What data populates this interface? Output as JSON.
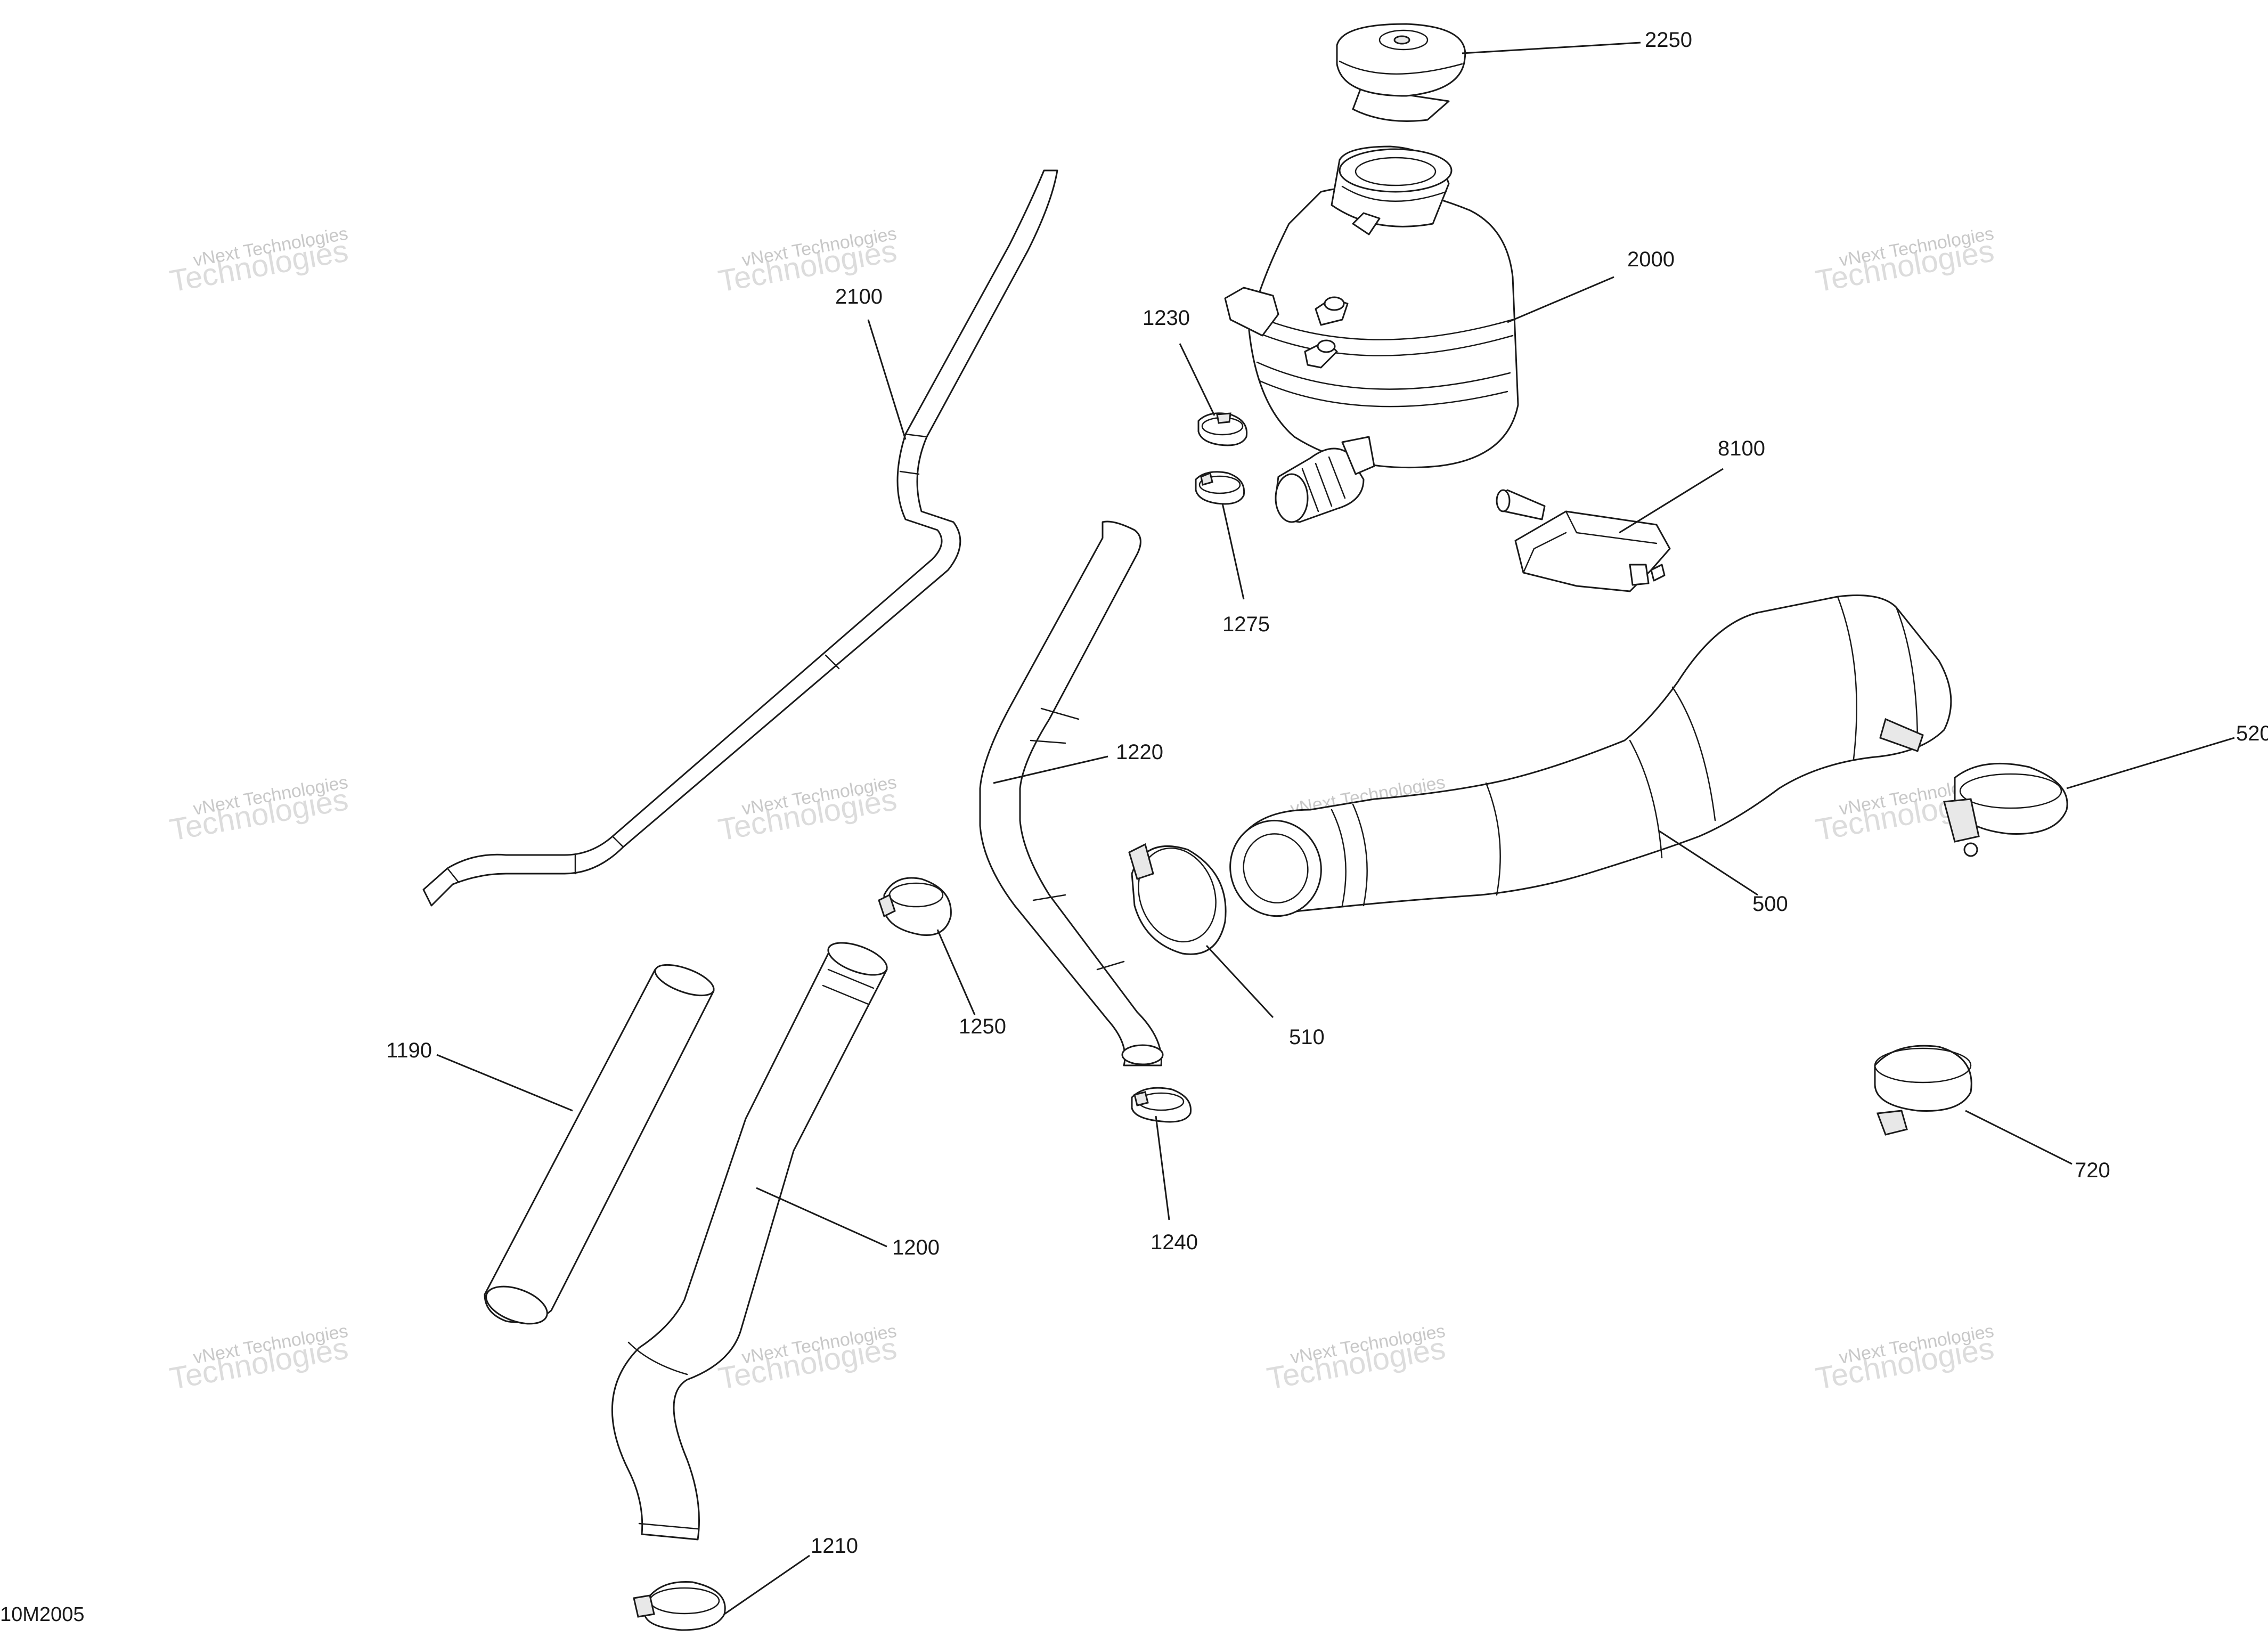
{
  "diagram_ref": "10M2005",
  "watermark": {
    "line1": "vNext Technologies",
    "line2": "Technologies"
  },
  "callouts": {
    "c2250": "2250",
    "c2000": "2000",
    "c2100": "2100",
    "c1230": "1230",
    "c1275": "1275",
    "c8100": "8100",
    "c1220": "1220",
    "c520": "520",
    "c500": "500",
    "c510": "510",
    "c1250": "1250",
    "c1190": "1190",
    "c1200": "1200",
    "c1240": "1240",
    "c720": "720",
    "c1210": "1210"
  },
  "colors": {
    "line": "#1a1a1a",
    "watermark": "#c8c8c8",
    "background": "#ffffff"
  }
}
